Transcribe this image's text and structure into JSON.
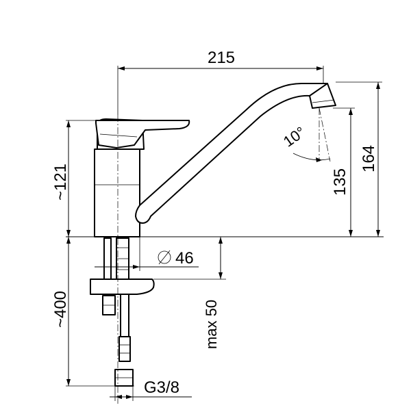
{
  "dimensions": {
    "width_spout": "215",
    "height_total": "~121",
    "height_outlet_max": "164",
    "height_outlet_min": "135",
    "swivel_angle": "10°",
    "hole_diameter_symbol": "⌀",
    "hole_diameter": "46",
    "hose_length": "~400",
    "deck_thickness": "max 50",
    "connection_thread": "G3/8"
  }
}
